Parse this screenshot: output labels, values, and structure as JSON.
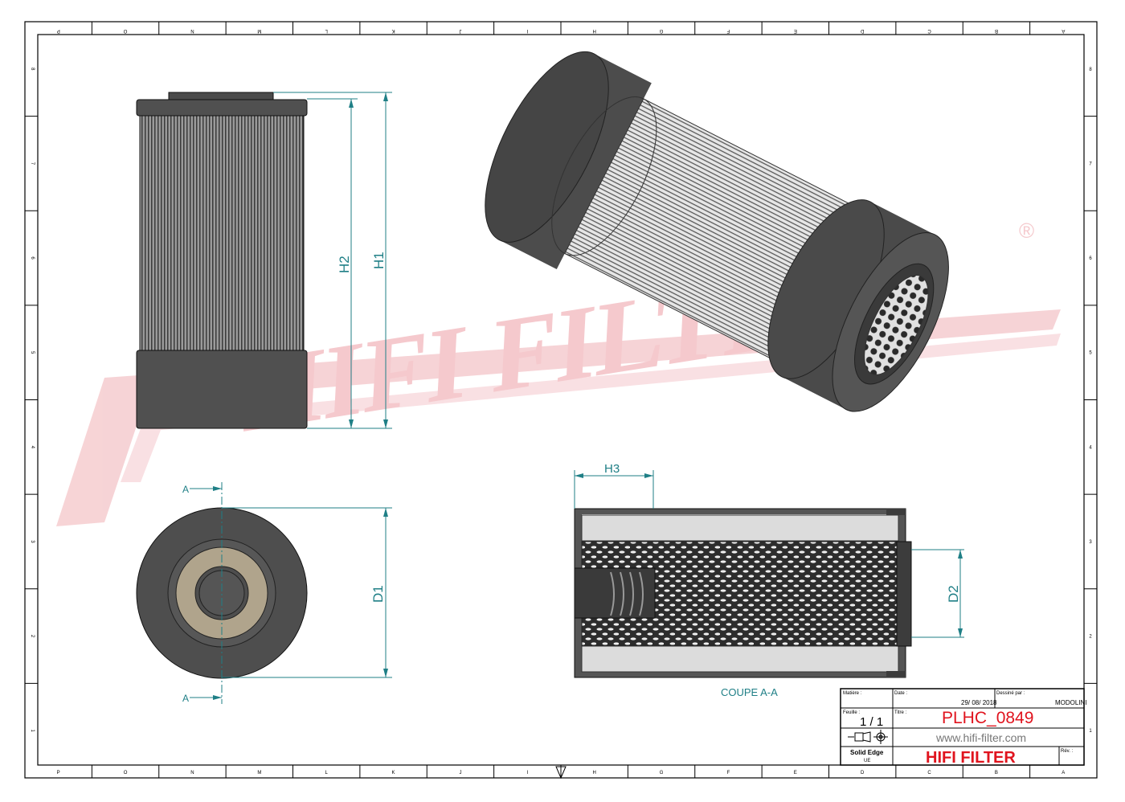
{
  "border": {
    "columns_bottom": [
      "P",
      "O",
      "N",
      "M",
      "L",
      "K",
      "J",
      "I",
      "H",
      "G",
      "F",
      "E",
      "D",
      "C",
      "B",
      "A"
    ],
    "columns_top": [
      "A",
      "B",
      "C",
      "D",
      "E",
      "F",
      "G",
      "H",
      "I",
      "J",
      "K",
      "L",
      "M",
      "N",
      "O",
      "P"
    ],
    "rows": [
      "8",
      "7",
      "6",
      "5",
      "4",
      "3",
      "2",
      "1"
    ]
  },
  "watermark": {
    "text": "HIFI FILTER",
    "mark": "®",
    "color": "#f4c4c8"
  },
  "dimensions": {
    "h1": "H1",
    "h2": "H2",
    "h3": "H3",
    "d1": "D1",
    "d2": "D2",
    "section_mark": "A"
  },
  "section_label": "COUPE A-A",
  "title_block": {
    "matiere_label": "Matière :",
    "date_label": "Date :",
    "date": "29/ 08/ 2018",
    "dessine_label": "Dessiné par :",
    "dessine": "MODOLINI",
    "feuille_label": "Feuille :",
    "feuille": "1 / 1",
    "titre_label": "Titre :",
    "title": "PLHC_0849",
    "website": "www.hifi-filter.com",
    "software": "Solid Edge",
    "software_sub": "UE",
    "brand": "HIFI FILTER",
    "rev_label": "Rév. :",
    "accent": "#e0141e"
  }
}
